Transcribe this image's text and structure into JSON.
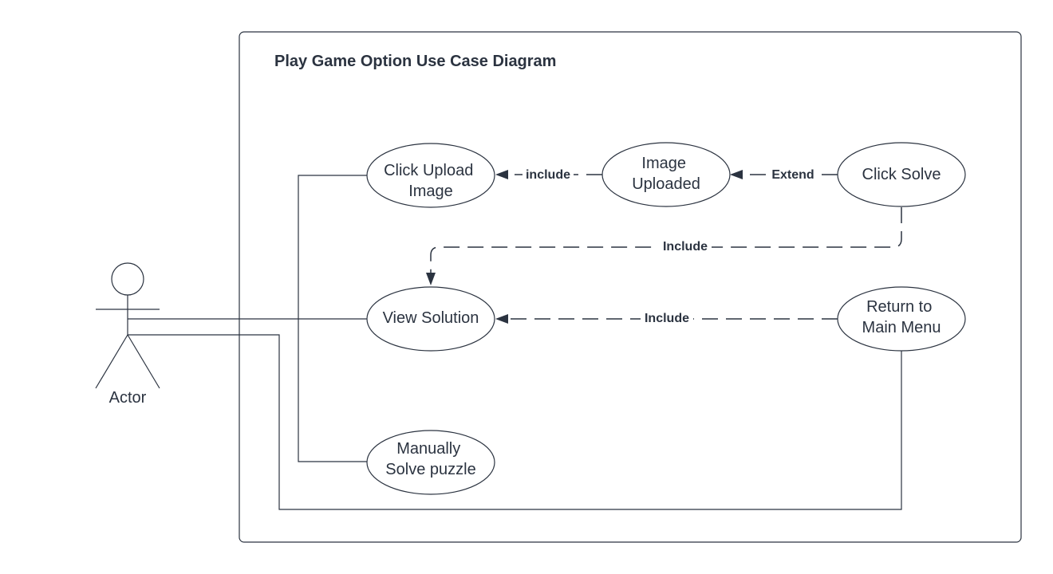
{
  "diagram": {
    "title": "Play Game Option Use Case Diagram",
    "actor": {
      "label": "Actor"
    },
    "use_cases": {
      "click_upload": [
        "Click Upload",
        "Image"
      ],
      "image_uploaded": [
        "Image",
        "Uploaded"
      ],
      "click_solve": [
        "Click Solve"
      ],
      "view_solution": [
        "View Solution"
      ],
      "return_main": [
        "Return to",
        "Main Menu"
      ],
      "manual_solve": [
        "Manually",
        "Solve puzzle"
      ]
    },
    "relations": {
      "uploaded_to_upload": "include",
      "solve_to_uploaded": "Extend",
      "solve_to_view": "Include",
      "return_to_view": "Include"
    },
    "colors": {
      "stroke": "#2b3340",
      "background": "#ffffff"
    }
  }
}
